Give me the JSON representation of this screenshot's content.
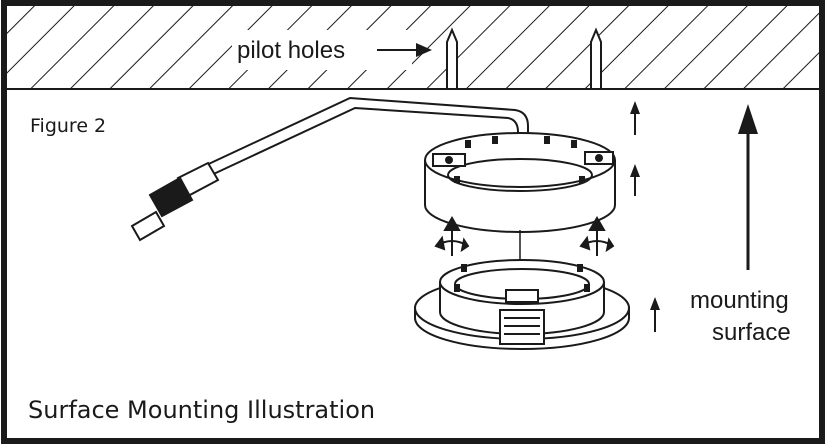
{
  "diagram": {
    "figure_label": "Figure 2",
    "caption": "Surface Mounting Illustration",
    "pilot_holes_label": "pilot holes",
    "mounting_surface_label_line1": "mounting",
    "mounting_surface_label_line2": "surface"
  },
  "colors": {
    "line": "#1a1a1a",
    "background": "#ffffff"
  }
}
